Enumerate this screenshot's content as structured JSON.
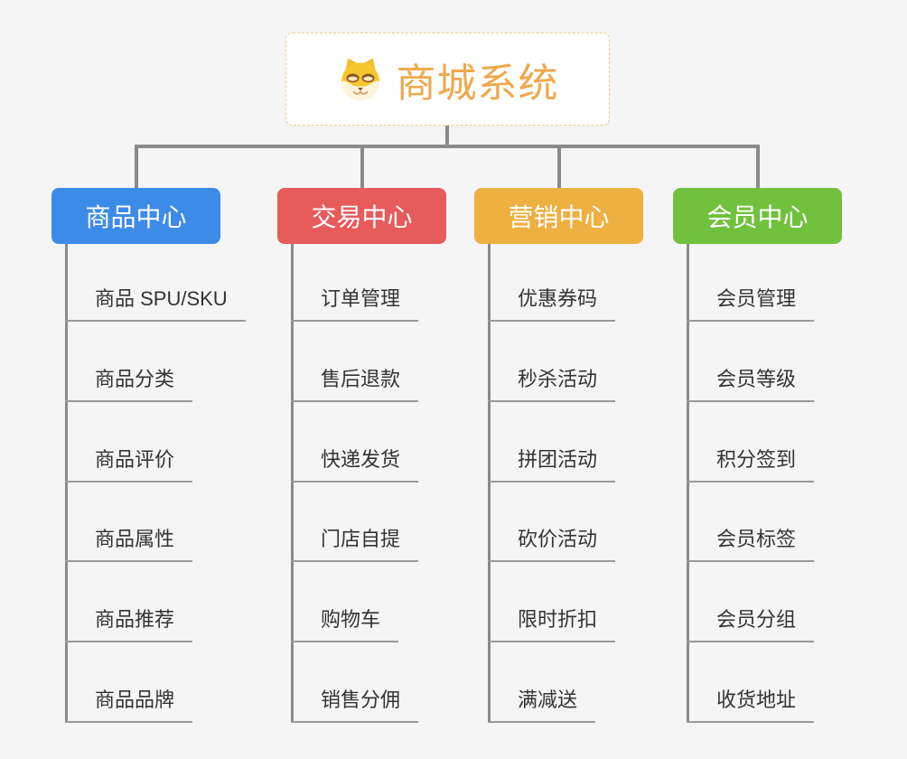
{
  "root": {
    "title": "商城系统",
    "icon": "dog-face-icon"
  },
  "branches": [
    {
      "label": "商品中心",
      "color": "#3d8be8",
      "children": [
        "商品 SPU/SKU",
        "商品分类",
        "商品评价",
        "商品属性",
        "商品推荐",
        "商品品牌"
      ]
    },
    {
      "label": "交易中心",
      "color": "#e85b5b",
      "children": [
        "订单管理",
        "售后退款",
        "快递发货",
        "门店自提",
        "购物车",
        "销售分佣"
      ]
    },
    {
      "label": "营销中心",
      "color": "#edb041",
      "children": [
        "优惠券码",
        "秒杀活动",
        "拼团活动",
        "砍价活动",
        "限时折扣",
        "满减送"
      ]
    },
    {
      "label": "会员中心",
      "color": "#72c13e",
      "children": [
        "会员管理",
        "会员等级",
        "积分签到",
        "会员标签",
        "会员分组",
        "收货地址"
      ]
    }
  ],
  "colors": {
    "background": "#f5f5f6",
    "connector": "#8a8a8a",
    "leaf_text": "#333333",
    "leaf_underline": "#999999",
    "root_accent": "#efa84c",
    "root_border": "#eecb90"
  }
}
